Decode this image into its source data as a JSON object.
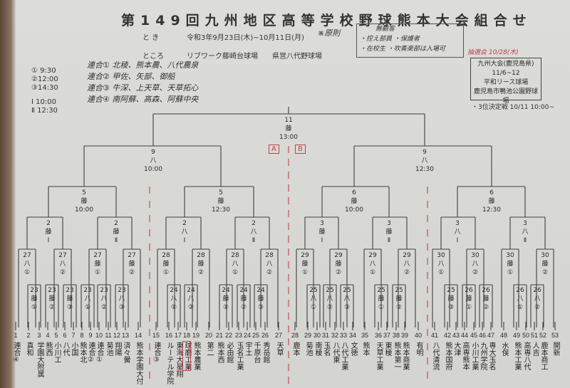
{
  "header": {
    "title": "第149回九州地区高等学校野球熊本大会組合せ",
    "date_label": "と き",
    "date_value": "令和3年9月23日(木)~10月11日(月)",
    "place_label": "ところ",
    "venue_1": "リブワーク藤崎台球場",
    "venue_2": "県営八代野球場"
  },
  "times": [
    "① 9:30",
    "②12:00",
    "③14:30",
    "Ⅰ 10:00",
    "Ⅱ 12:30"
  ],
  "handwritten_rengo": [
    "連合① 北稜、熊本農、八代農泉",
    "連合② 甲佐、矢部、御船",
    "連合③ 牛深、上天草、天草拓心",
    "連合④ 南阿蘇、高森、阿蘇中央"
  ],
  "handwritten_notes": {
    "mark": "※原則",
    "line1": "無観客",
    "line2": "・控え部員 ・保護者",
    "line3": "・在校生 ・吹奏楽部は入場可"
  },
  "red_note": "抽選会 10/28(木)",
  "kyushu_box": [
    "九州大会(鹿児島県)",
    "11/6~12",
    "平和リース球場",
    "鹿児島市鴨池公園野球場"
  ],
  "third_place": "・3位決定戦 10/11 10:00~",
  "zone_labels": [
    "A",
    "B"
  ],
  "games": [
    [
      "11",
      "藤",
      "13:00"
    ],
    [
      "9",
      "八",
      "10:00"
    ],
    [
      "9",
      "八",
      "12:30"
    ],
    [
      "5",
      "藤",
      "10:00"
    ],
    [
      "5",
      "藤",
      "12:30"
    ],
    [
      "6",
      "藤",
      "10:00"
    ],
    [
      "6",
      "藤",
      "12:30"
    ],
    [
      "2",
      "藤",
      "Ⅰ"
    ],
    [
      "2",
      "藤",
      "Ⅱ"
    ],
    [
      "2",
      "八",
      "Ⅰ"
    ],
    [
      "2",
      "八",
      "Ⅱ"
    ],
    [
      "3",
      "藤",
      "Ⅰ"
    ],
    [
      "3",
      "藤",
      "Ⅱ"
    ],
    [
      "3",
      "八",
      "Ⅰ"
    ],
    [
      "3",
      "八",
      "Ⅱ"
    ],
    [
      "27",
      "八",
      "①"
    ],
    [
      "27",
      "八",
      "②"
    ],
    [
      "27",
      "藤",
      "①"
    ],
    [
      "27",
      "藤",
      "②"
    ],
    [
      "28",
      "藤",
      "①"
    ],
    [
      "28",
      "藤",
      "②"
    ],
    [
      "28",
      "八",
      "①"
    ],
    [
      "28",
      "八",
      "②"
    ],
    [
      "29",
      "藤",
      "①"
    ],
    [
      "29",
      "藤",
      "②"
    ],
    [
      "29",
      "八",
      "①"
    ],
    [
      "29",
      "八",
      "②"
    ],
    [
      "30",
      "八",
      "①"
    ],
    [
      "30",
      "八",
      "②"
    ],
    [
      "30",
      "藤",
      "①"
    ],
    [
      "30",
      "藤",
      "②"
    ],
    [
      "23",
      "藤",
      "①"
    ],
    [
      "23",
      "藤",
      "②"
    ],
    [
      "23",
      "藤",
      "③"
    ],
    [
      "23",
      "八",
      "①"
    ],
    [
      "23",
      "八",
      "②"
    ],
    [
      "23",
      "八",
      "③"
    ],
    [
      "24",
      "八",
      "①"
    ],
    [
      "24",
      "八",
      "②"
    ],
    [
      "24",
      "藤",
      "①"
    ],
    [
      "24",
      "藤",
      "②"
    ],
    [
      "24",
      "藤",
      "③"
    ],
    [
      "25",
      "八",
      "①"
    ],
    [
      "25",
      "八",
      "②"
    ],
    [
      "25",
      "八",
      "③"
    ],
    [
      "25",
      "藤",
      "①"
    ],
    [
      "25",
      "藤",
      "②"
    ],
    [
      "25",
      "藤",
      "③"
    ],
    [
      "26",
      "藤",
      "①"
    ],
    [
      "26",
      "藤",
      "②"
    ],
    [
      "26",
      "八",
      "①"
    ],
    [
      "26",
      "八",
      "②"
    ]
  ],
  "teams": [
    {
      "no": "1",
      "name": "連合④"
    },
    {
      "no": "2",
      "name": "真和"
    },
    {
      "no": "3",
      "name": "学園大附属"
    },
    {
      "no": "4",
      "name": "熊西"
    },
    {
      "no": "5",
      "name": "小川工"
    },
    {
      "no": "6",
      "name": "八代"
    },
    {
      "no": "7",
      "name": "小国"
    },
    {
      "no": "8",
      "name": "熊本北"
    },
    {
      "no": "9",
      "name": "連合②"
    },
    {
      "no": "10",
      "name": "連合①"
    },
    {
      "no": "11",
      "name": "菊池"
    },
    {
      "no": "12",
      "name": "翔陽"
    },
    {
      "no": "13",
      "name": "済々黌"
    },
    {
      "no": "14",
      "name": "熊本学園大付"
    },
    {
      "no": "15",
      "name": "連合③"
    },
    {
      "no": "16",
      "name": "ルーテル学院"
    },
    {
      "no": "17",
      "name": "東海大星翔"
    },
    {
      "no": "18",
      "name": "球磨工業"
    },
    {
      "no": "19",
      "name": "熊本農業"
    },
    {
      "no": "20",
      "name": "第二"
    },
    {
      "no": "21",
      "name": "熊本西"
    },
    {
      "no": "22",
      "name": "必由館"
    },
    {
      "no": "23",
      "name": "玉名工業"
    },
    {
      "no": "24",
      "name": "宇土"
    },
    {
      "no": "25",
      "name": "千原台"
    },
    {
      "no": "26",
      "name": "秀岳館"
    },
    {
      "no": "27",
      "name": "天草"
    },
    {
      "no": "28",
      "name": "鹿本"
    },
    {
      "no": "29",
      "name": "菊池"
    },
    {
      "no": "30",
      "name": "南稜"
    },
    {
      "no": "31",
      "name": "玉名"
    },
    {
      "no": "32",
      "name": "八代東"
    },
    {
      "no": "33",
      "name": "八代工業"
    },
    {
      "no": "34",
      "name": "文徳"
    },
    {
      "no": "35",
      "name": "熊本"
    },
    {
      "no": "36",
      "name": "天草工業"
    },
    {
      "no": "37",
      "name": "東稜"
    },
    {
      "no": "38",
      "name": "熊本第一"
    },
    {
      "no": "39",
      "name": "熊本商業"
    },
    {
      "no": "40",
      "name": "有明"
    },
    {
      "no": "41",
      "name": "八代清流"
    },
    {
      "no": "42",
      "name": "熊本国府"
    },
    {
      "no": "43",
      "name": "大津"
    },
    {
      "no": "44",
      "name": "高専熊本"
    },
    {
      "no": "45",
      "name": "小川工業"
    },
    {
      "no": "46",
      "name": "九州学院"
    },
    {
      "no": "47",
      "name": "専大玉名"
    },
    {
      "no": "48",
      "name": "水俣"
    },
    {
      "no": "49",
      "name": "熊本工業"
    },
    {
      "no": "50",
      "name": "高専八代"
    },
    {
      "no": "51",
      "name": "人吉"
    },
    {
      "no": "52",
      "name": "鹿本商工"
    },
    {
      "no": "53",
      "name": "開新"
    }
  ],
  "highlighted_team_index": 17,
  "colors": {
    "ink": "#3a3a3a",
    "red": "#c0424a",
    "paper": "#d6d6d3"
  }
}
